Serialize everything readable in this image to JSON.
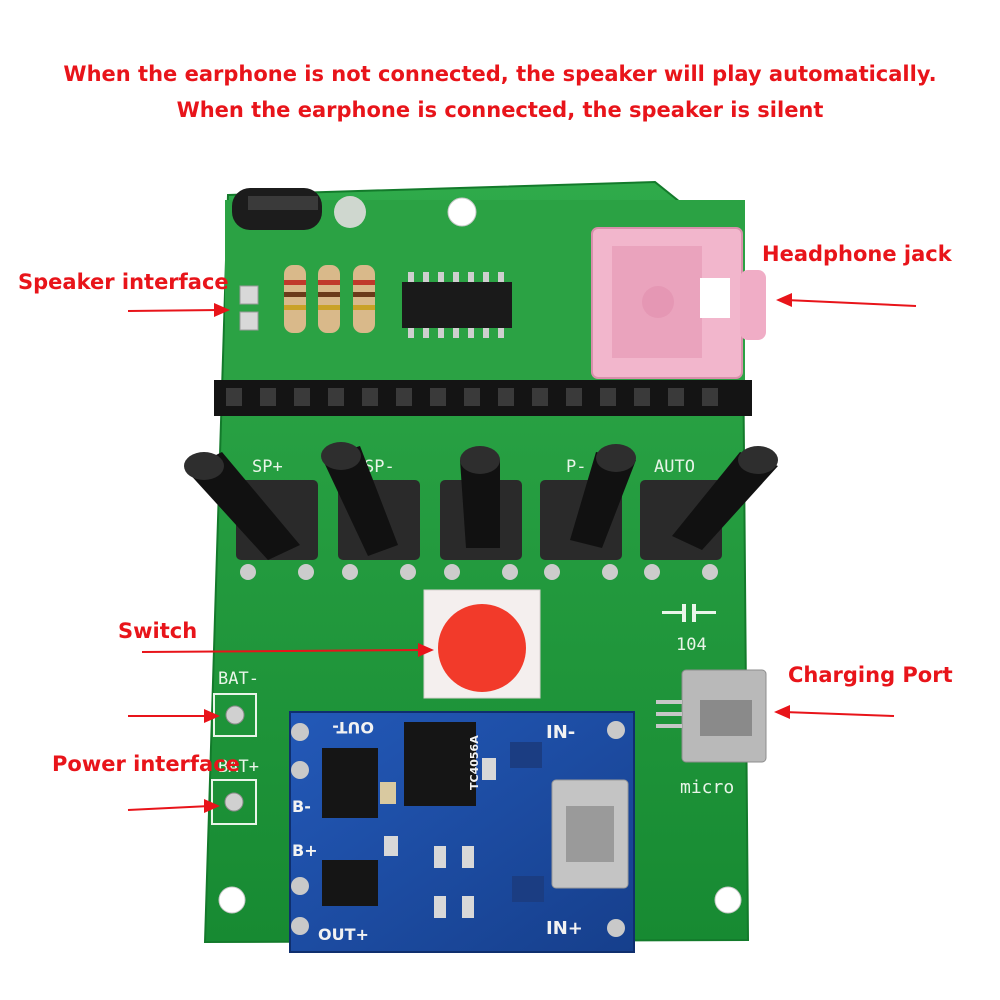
{
  "captions": {
    "line1": "When the earphone is not connected, the speaker will play automatically.",
    "line2": "When the earphone is connected, the speaker is silent"
  },
  "callouts": {
    "headphone_jack": "Headphone jack",
    "speaker_interface": "Speaker interface",
    "switch": "Switch",
    "charging_port": "Charging Port",
    "power_interface": "Power interface"
  },
  "board_silkscreen": {
    "buttons": [
      "SP+",
      "SP-",
      "",
      "P-",
      "AUTO"
    ],
    "bat_minus": "BAT-",
    "bat_plus": "BAT+",
    "cap": "104",
    "micro": "micro"
  },
  "module_silkscreen": {
    "out_minus": "OUT-",
    "in_minus": "IN-",
    "b_minus": "B-",
    "b_plus": "B+",
    "out_plus": "OUT+",
    "in_plus": "IN+",
    "chip": "TC4056A"
  },
  "colors": {
    "annotation": "#e8141a",
    "pcb": "#1f9a3c",
    "module": "#1c4fa8",
    "jack": "#f2b6cc",
    "switch_cap": "#f23a2a"
  }
}
